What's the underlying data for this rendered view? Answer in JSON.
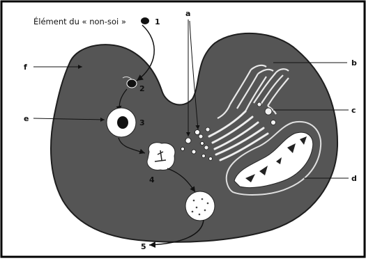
{
  "figure": {
    "title": "Élément du « non-soi »",
    "numbers": [
      "1",
      "2",
      "3",
      "4",
      "5"
    ],
    "letters": {
      "a": "a",
      "b": "b",
      "c": "c",
      "d": "d",
      "e": "e",
      "f": "f"
    },
    "colors": {
      "cytoplasm": "#555555",
      "frame": "#000000",
      "vesicle": "#ffffff"
    }
  }
}
